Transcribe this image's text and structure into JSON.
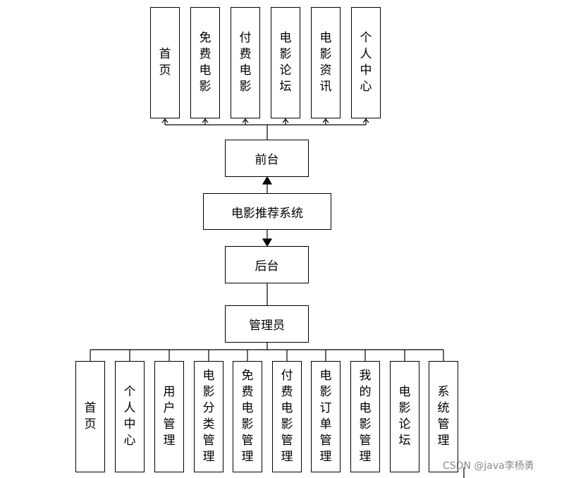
{
  "frontend": {
    "label": "前台",
    "modules": [
      "首页",
      "免费电影",
      "付费电影",
      "电影论坛",
      "电影资讯",
      "个人中心"
    ]
  },
  "system": {
    "label": "电影推荐系统"
  },
  "backend": {
    "label": "后台"
  },
  "admin": {
    "label": "管理员",
    "modules": [
      "首页",
      "个人中心",
      "用户管理",
      "电影分类管理",
      "免费电影管理",
      "付费电影管理",
      "电影订单管理",
      "我的电影管理",
      "电影论坛",
      "系统管理"
    ]
  },
  "watermark": "CSDN @java李杨勇",
  "colors": {
    "line": "#000000",
    "box_fill": "#ffffff",
    "watermark": "#8a8a8a"
  }
}
